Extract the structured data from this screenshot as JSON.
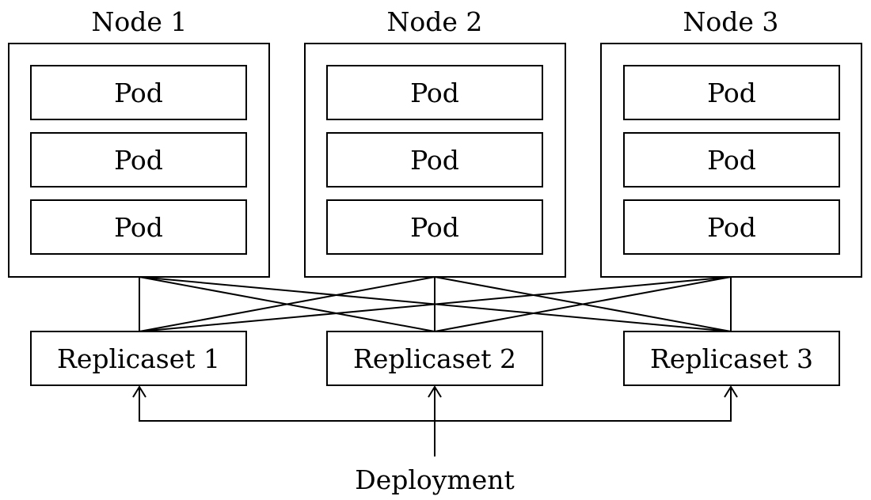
{
  "nodes": [
    {
      "title": "Node 1",
      "pods": [
        "Pod",
        "Pod",
        "Pod"
      ]
    },
    {
      "title": "Node 2",
      "pods": [
        "Pod",
        "Pod",
        "Pod"
      ]
    },
    {
      "title": "Node 3",
      "pods": [
        "Pod",
        "Pod",
        "Pod"
      ]
    }
  ],
  "replicasets": [
    "Replicaset 1",
    "Replicaset 2",
    "Replicaset 3"
  ],
  "deployment": "Deployment"
}
